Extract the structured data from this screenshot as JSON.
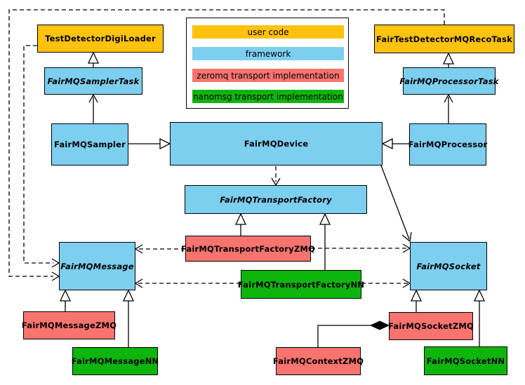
{
  "diagram": {
    "palette": {
      "user_code": "#FFC20E",
      "framework": "#7DCFEF",
      "zeromq": "#F9746F",
      "nanomsg": "#0DB50D"
    },
    "legend": {
      "items": [
        {
          "label": "user code",
          "category": "user_code",
          "color": "#FFC20E"
        },
        {
          "label": "framework",
          "category": "framework",
          "color": "#7DCFEF"
        },
        {
          "label": "zeromq transport implementation",
          "category": "zeromq",
          "color": "#F9746F"
        },
        {
          "label": "nanomsg transport implementation",
          "category": "nanomsg",
          "color": "#0DB50D"
        }
      ]
    },
    "nodes": {
      "digiloader": {
        "label": "TestDetectorDigiLoader",
        "category": "user_code",
        "abstract": false
      },
      "recotask": {
        "label": "FairTestDetectorMQRecoTask",
        "category": "user_code",
        "abstract": false
      },
      "samplertask": {
        "label": "FairMQSamplerTask",
        "category": "framework",
        "abstract": true
      },
      "processortask": {
        "label": "FairMQProcessorTask",
        "category": "framework",
        "abstract": true
      },
      "sampler": {
        "label": "FairMQSampler",
        "category": "framework",
        "abstract": false
      },
      "device": {
        "label": "FairMQDevice",
        "category": "framework",
        "abstract": false
      },
      "processor": {
        "label": "FairMQProcessor",
        "category": "framework",
        "abstract": false
      },
      "transportfactory": {
        "label": "FairMQTransportFactory",
        "category": "framework",
        "abstract": true
      },
      "tfzmq": {
        "label": "FairMQTransportFactoryZMQ",
        "category": "zeromq",
        "abstract": false
      },
      "tfnn": {
        "label": "FairMQTransportFactoryNN",
        "category": "nanomsg",
        "abstract": false
      },
      "message": {
        "label": "FairMQMessage",
        "category": "framework",
        "abstract": true
      },
      "socket": {
        "label": "FairMQSocket",
        "category": "framework",
        "abstract": true
      },
      "messagezmq": {
        "label": "FairMQMessageZMQ",
        "category": "zeromq",
        "abstract": false
      },
      "messagenn": {
        "label": "FairMQMessageNN",
        "category": "nanomsg",
        "abstract": false
      },
      "contextzmq": {
        "label": "FairMQContextZMQ",
        "category": "zeromq",
        "abstract": false
      },
      "socketzmq": {
        "label": "FairMQSocketZMQ",
        "category": "zeromq",
        "abstract": false
      },
      "socketnn": {
        "label": "FairMQSocketNN",
        "category": "nanomsg",
        "abstract": false
      }
    },
    "edges": [
      {
        "from": "samplertask",
        "to": "digiloader",
        "kind": "inheritance"
      },
      {
        "from": "processortask",
        "to": "recotask",
        "kind": "inheritance"
      },
      {
        "from": "sampler",
        "to": "device",
        "kind": "inheritance"
      },
      {
        "from": "processor",
        "to": "device",
        "kind": "inheritance"
      },
      {
        "from": "tfzmq",
        "to": "transportfactory",
        "kind": "inheritance"
      },
      {
        "from": "tfnn",
        "to": "transportfactory",
        "kind": "inheritance"
      },
      {
        "from": "messagezmq",
        "to": "message",
        "kind": "inheritance"
      },
      {
        "from": "messagenn",
        "to": "message",
        "kind": "inheritance"
      },
      {
        "from": "socketzmq",
        "to": "socket",
        "kind": "inheritance"
      },
      {
        "from": "socketnn",
        "to": "socket",
        "kind": "inheritance"
      },
      {
        "from": "sampler",
        "to": "samplertask",
        "kind": "association"
      },
      {
        "from": "processor",
        "to": "processortask",
        "kind": "association"
      },
      {
        "from": "device",
        "to": "socket",
        "kind": "association"
      },
      {
        "from": "device",
        "to": "transportfactory",
        "kind": "dependency"
      },
      {
        "from": "digiloader",
        "to": "message",
        "kind": "dependency"
      },
      {
        "from": "recotask",
        "to": "message",
        "kind": "dependency"
      },
      {
        "from": "tfzmq",
        "to": "message",
        "kind": "dependency"
      },
      {
        "from": "tfzmq",
        "to": "socket",
        "kind": "dependency"
      },
      {
        "from": "tfnn",
        "to": "message",
        "kind": "dependency"
      },
      {
        "from": "tfnn",
        "to": "socket",
        "kind": "dependency"
      },
      {
        "from": "socketzmq",
        "to": "contextzmq",
        "kind": "composition"
      }
    ]
  }
}
